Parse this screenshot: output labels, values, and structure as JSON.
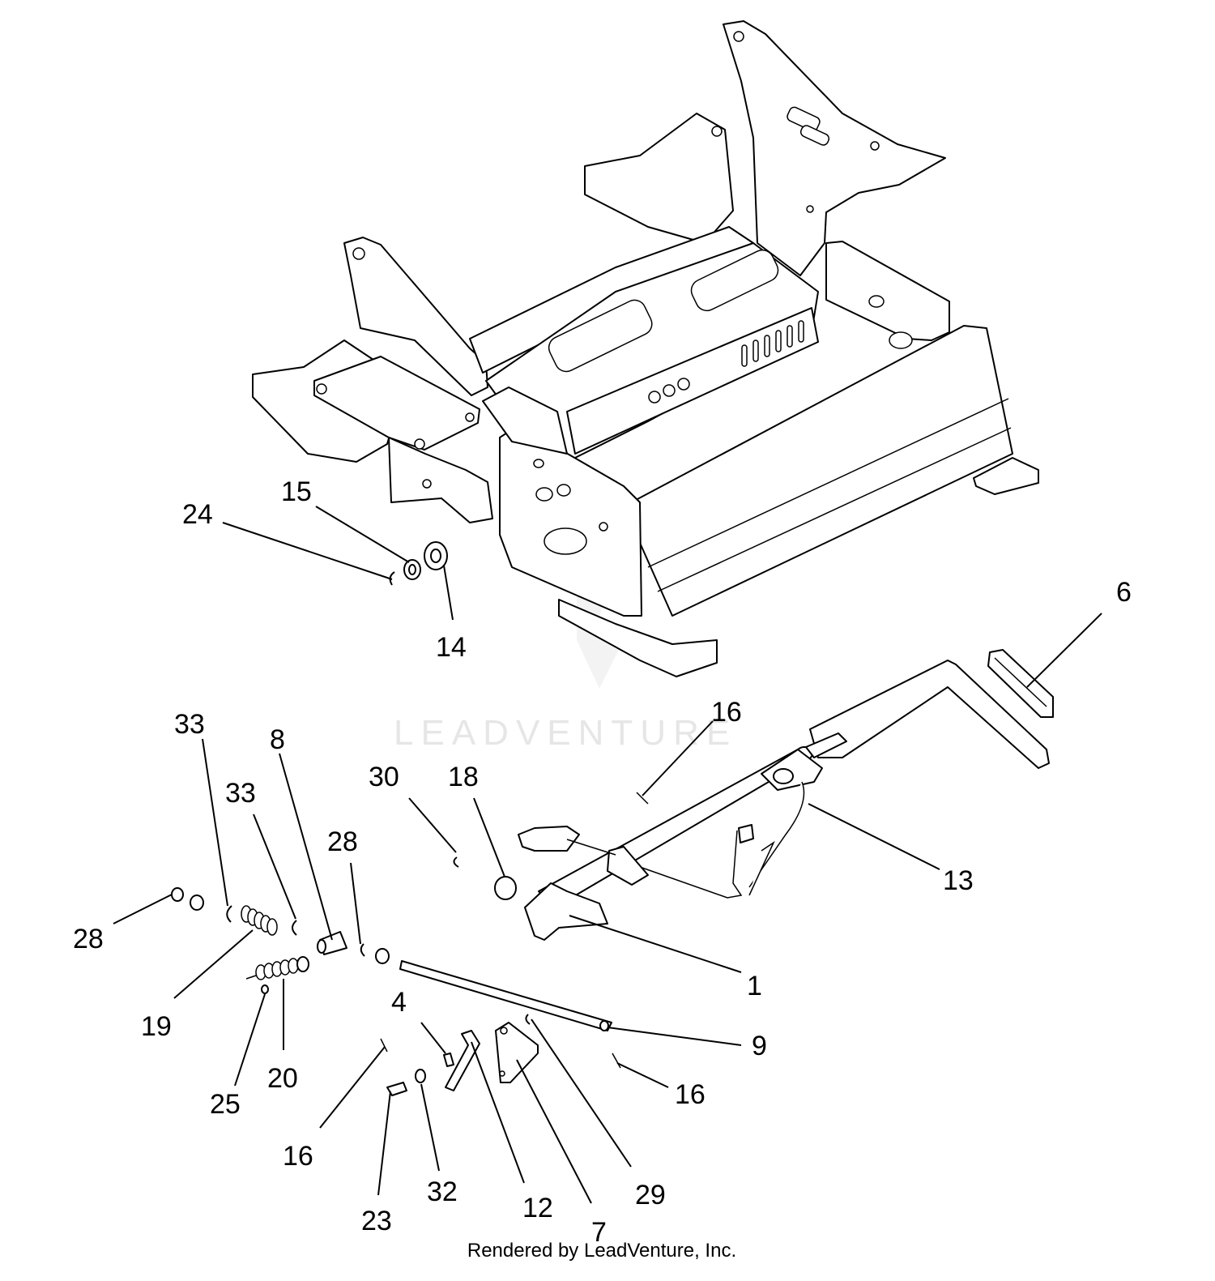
{
  "watermark": {
    "brand": "LEADVENTURE"
  },
  "credit": "Rendered by LeadVenture, Inc.",
  "callouts": [
    {
      "id": "c24",
      "label": "24"
    },
    {
      "id": "c15",
      "label": "15"
    },
    {
      "id": "c14",
      "label": "14"
    },
    {
      "id": "c6",
      "label": "6"
    },
    {
      "id": "c16a",
      "label": "16"
    },
    {
      "id": "c33a",
      "label": "33"
    },
    {
      "id": "c8",
      "label": "8"
    },
    {
      "id": "c30",
      "label": "30"
    },
    {
      "id": "c18",
      "label": "18"
    },
    {
      "id": "c33b",
      "label": "33"
    },
    {
      "id": "c28a",
      "label": "28"
    },
    {
      "id": "c13",
      "label": "13"
    },
    {
      "id": "c28b",
      "label": "28"
    },
    {
      "id": "c1",
      "label": "1"
    },
    {
      "id": "c19",
      "label": "19"
    },
    {
      "id": "c4",
      "label": "4"
    },
    {
      "id": "c9",
      "label": "9"
    },
    {
      "id": "c20",
      "label": "20"
    },
    {
      "id": "c25",
      "label": "25"
    },
    {
      "id": "c16b",
      "label": "16"
    },
    {
      "id": "c16c",
      "label": "16"
    },
    {
      "id": "c32",
      "label": "32"
    },
    {
      "id": "c29",
      "label": "29"
    },
    {
      "id": "c12",
      "label": "12"
    },
    {
      "id": "c23",
      "label": "23"
    },
    {
      "id": "c7",
      "label": "7"
    }
  ]
}
